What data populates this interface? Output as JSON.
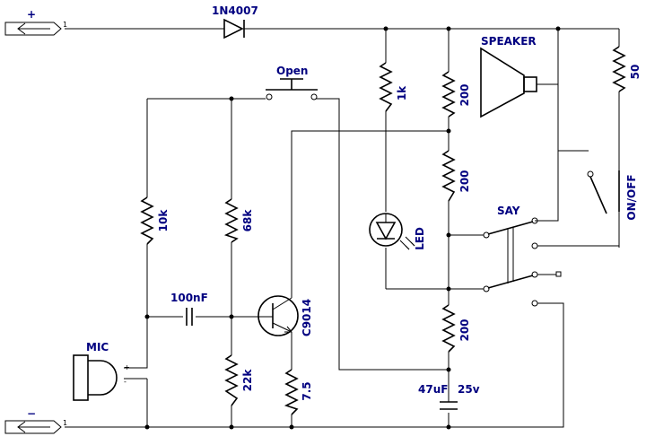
{
  "terminals": {
    "pos": "+",
    "neg": "−",
    "pin_pos": "1",
    "pin_neg": "1"
  },
  "diode": "1N4007",
  "speaker": "SPEAKER",
  "resistors": {
    "r50": "50",
    "r1k": "1k",
    "r200a": "200",
    "r200b": "200",
    "r200c": "200",
    "r10k": "10k",
    "r68k": "68k",
    "r22k": "22k",
    "r7_5": "7.5"
  },
  "switches": {
    "open": "Open",
    "say": "SAY",
    "onoff": "ON/OFF"
  },
  "led": "LED",
  "capacitors": {
    "c100n": "100nF",
    "c47u_value": "47uF",
    "c47u_voltage": "25v"
  },
  "transistor": "C9014",
  "mic": {
    "label": "MIC",
    "plus": "+",
    "minus": "-"
  }
}
